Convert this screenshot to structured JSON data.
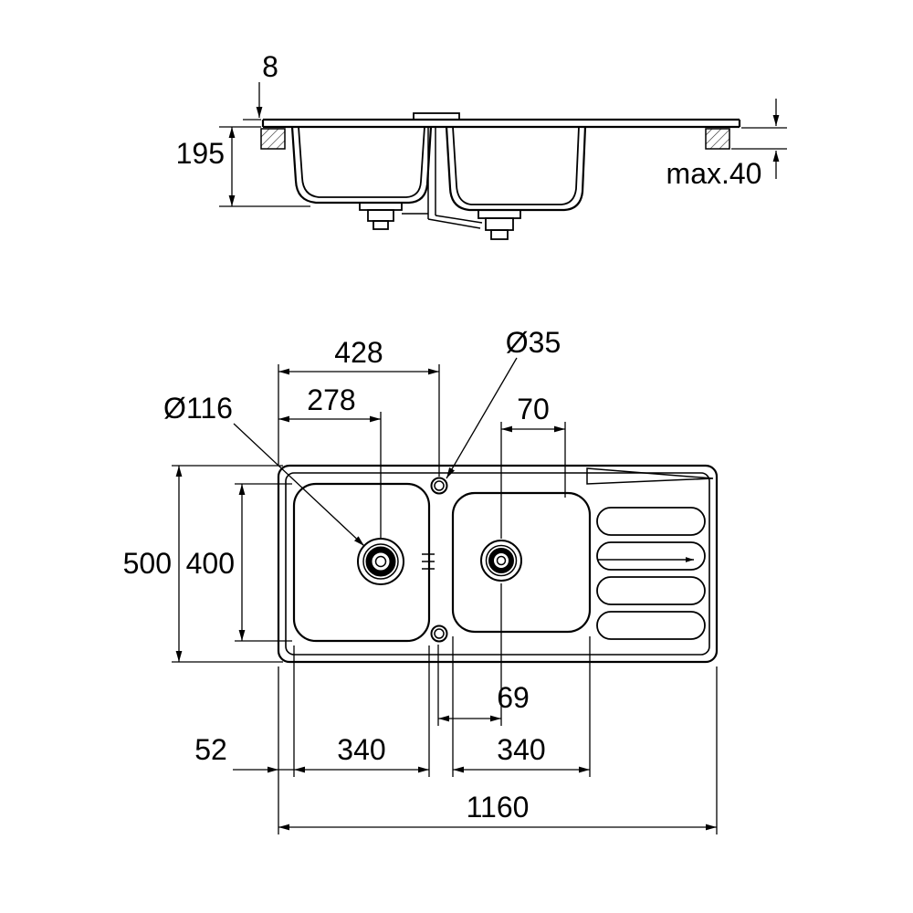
{
  "colors": {
    "line": "#000000",
    "background": "#ffffff"
  },
  "elevation": {
    "rim_height": "8",
    "bowl_depth": "195",
    "counter_max": "max.40"
  },
  "plan": {
    "tap_offset_width": "428",
    "drain_offset_width": "278",
    "drain_diameter": "Ø116",
    "tap_hole_diameter": "Ø35",
    "right_drain_top_offset": "70",
    "overall_depth": "500",
    "bowl_inner_depth": "400",
    "right_drain_center_offset": "69",
    "edge_margin": "52",
    "left_bowl_width": "340",
    "right_bowl_width": "340",
    "overall_width": "1160"
  }
}
